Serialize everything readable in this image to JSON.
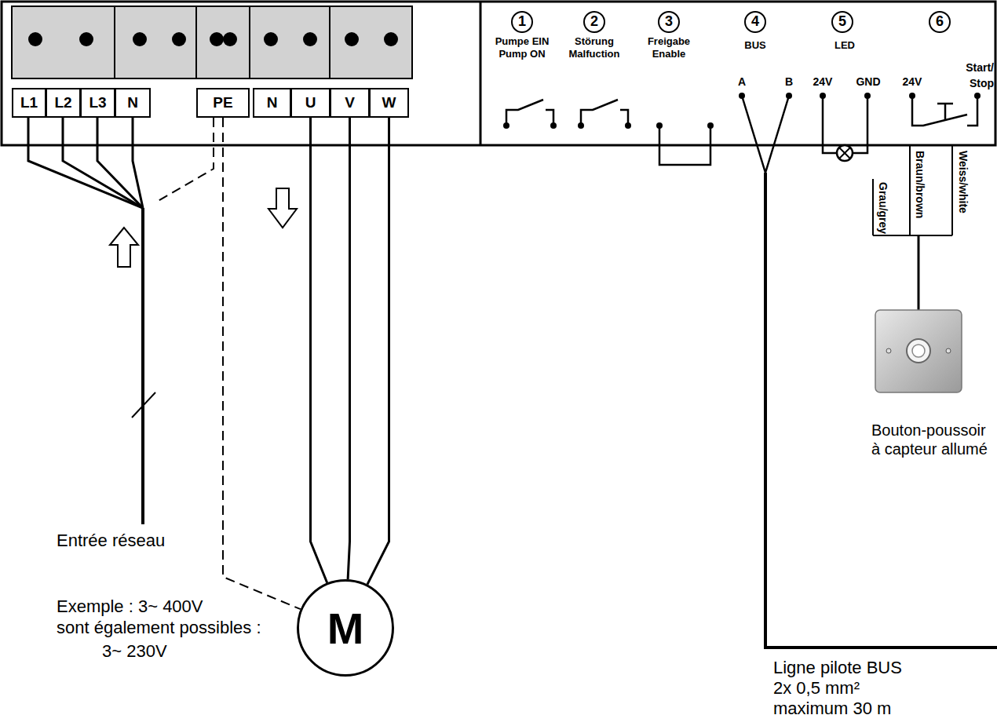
{
  "diagram": {
    "nodes": [
      {
        "text": [
          "L1"
        ]
      },
      {
        "text": [
          "L2"
        ]
      },
      {
        "text": [
          "L3"
        ]
      },
      {
        "text": [
          "N"
        ]
      },
      {
        "text": [
          "PE"
        ]
      },
      {
        "text": [
          "N"
        ]
      },
      {
        "text": [
          "U"
        ]
      },
      {
        "text": [
          "V"
        ]
      },
      {
        "text": [
          "W"
        ]
      },
      {
        "text": [
          "M"
        ]
      }
    ],
    "edges": [
      {
        "from": 6,
        "to": 9,
        "arrow": "none"
      },
      {
        "from": 7,
        "to": 9,
        "arrow": "none"
      },
      {
        "from": 8,
        "to": 9,
        "arrow": "none"
      },
      {
        "from": 4,
        "to": 9,
        "arrow": "none"
      }
    ],
    "labels": [
      "1",
      "Pumpe EIN Pump ON",
      "2",
      "Störung Malfuction",
      "3",
      "Freigabe Enable",
      "4",
      "BUS",
      "5",
      "LED",
      "6",
      "Start/ Stop",
      "A",
      "B",
      "24V",
      "GND",
      "24V",
      "Grau/grey",
      "Braun/brown",
      "Weiss/white",
      "Bouton-poussoir à capteur allumé",
      "Entrée réseau",
      "Exemple : 3~ 400V",
      "sont également possibles :",
      "3~ 230V",
      "Ligne pilote BUS",
      "2x 0,5 mm²",
      "maximum 30 m"
    ]
  }
}
